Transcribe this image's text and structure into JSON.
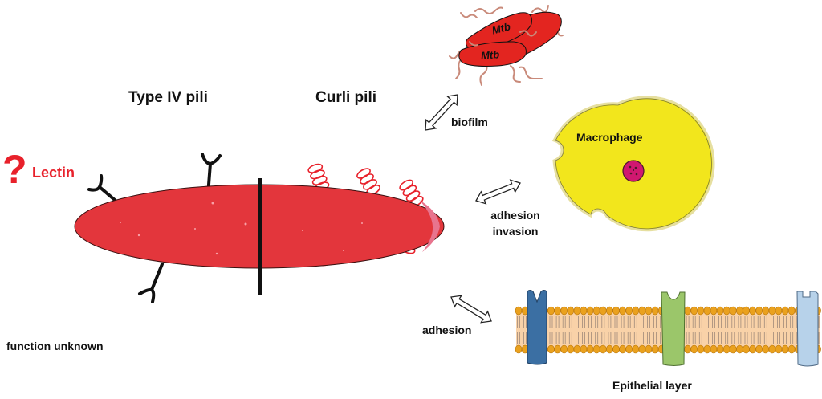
{
  "labels": {
    "type_iv_pili": "Type IV pili",
    "curli_pili": "Curli pili",
    "question_mark": "?",
    "lectin": "Lectin",
    "function_unknown": "function unknown",
    "biofilm": "biofilm",
    "adhesion_invasion_line1": "adhesion",
    "adhesion_invasion_line2": "invasion",
    "adhesion": "adhesion",
    "macrophage": "Macrophage",
    "epithelial_layer": "Epithelial layer",
    "mtb_top": "Mtb",
    "mtb_bottom": "Mtb"
  },
  "colors": {
    "bacterium_red": "#e3363c",
    "mtb_red": "#e32520",
    "lectin_red": "#e8212b",
    "curli_red": "#e8212b",
    "flagella_brown": "#c98a7a",
    "macrophage_yellow": "#f2e61c",
    "macrophage_border": "#e6dfa0",
    "phagosome_magenta": "#d01870",
    "lipid_head_orange": "#eaa11e",
    "lipid_tail_peach": "#f9d2a8",
    "receptor_blue": "#3b6fa3",
    "receptor_green": "#9bc66a",
    "receptor_light_blue": "#b7d2ea",
    "text_dark": "#111111"
  }
}
